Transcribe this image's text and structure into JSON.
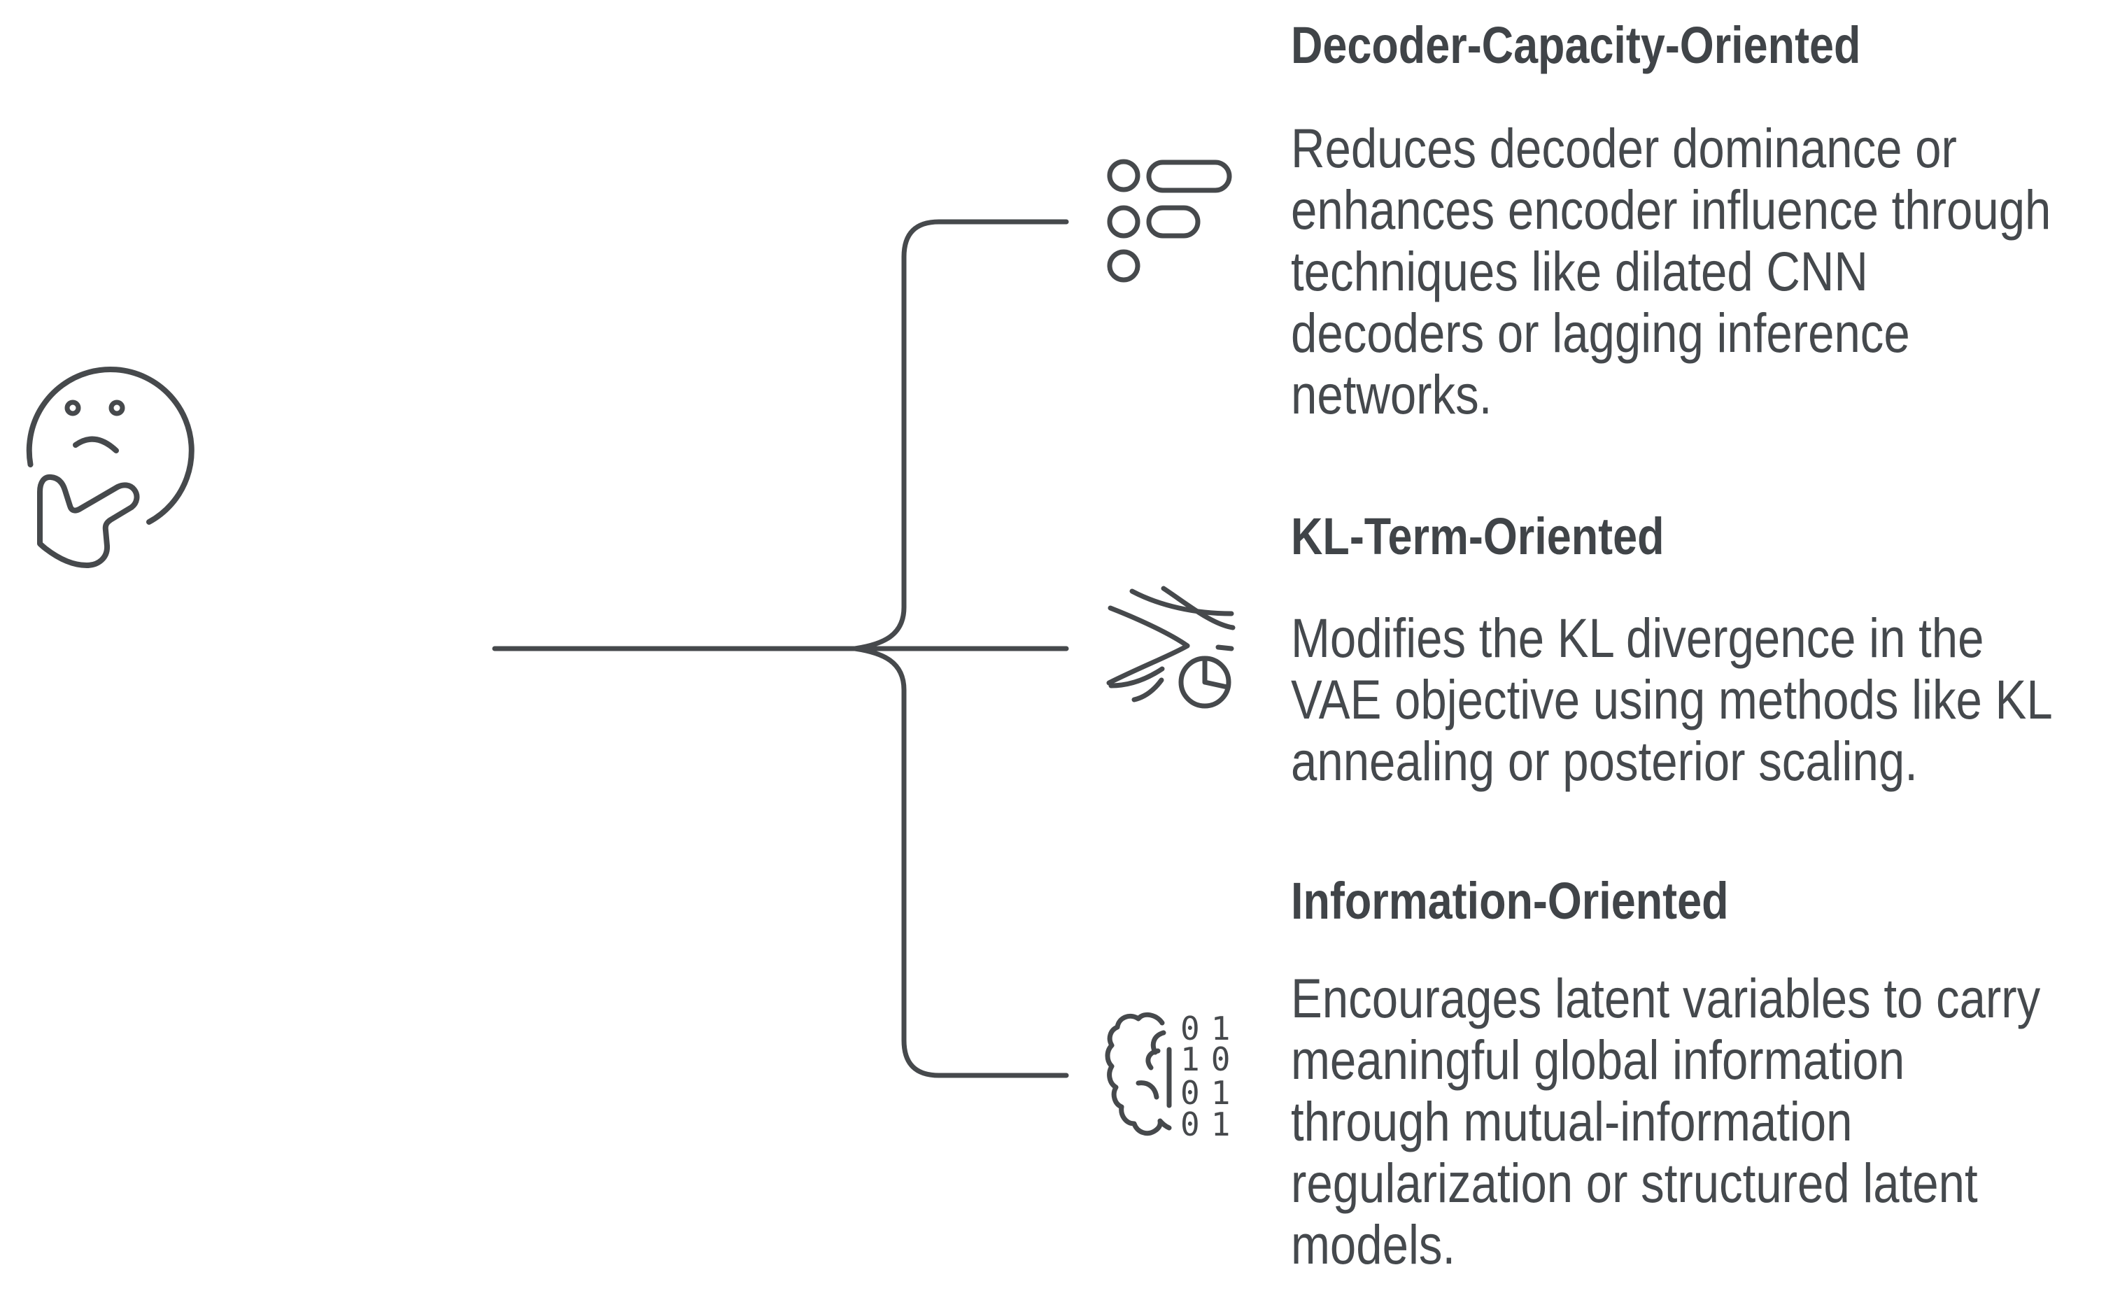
{
  "figure": {
    "type": "mind-map",
    "root_icon": "thinking-face",
    "background_color": "#ffffff",
    "stroke_color": "#46494c",
    "text_color": "#45494d",
    "heading_color": "#404448"
  },
  "sections": [
    {
      "heading": "Decoder-Capacity-Oriented",
      "body": "Reduces decoder dominance or\nenhances encoder influence through\ntechniques like dilated CNN\ndecoders or lagging inference\nnetworks.",
      "icon": "options-list-icon"
    },
    {
      "heading": "KL-Term-Oriented",
      "body": "Modifies the KL divergence in the\nVAE objective using methods like KL\nannealing or posterior scaling.",
      "icon": "convergence-clock-icon"
    },
    {
      "heading": "Information-Oriented",
      "body": "Encourages latent variables to carry\nmeaningful global information\nthrough mutual-information\nregularization or structured latent\nmodels.",
      "icon": "brain-binary-icon",
      "binary_rows": [
        "01",
        "10",
        "01",
        "01"
      ]
    }
  ]
}
